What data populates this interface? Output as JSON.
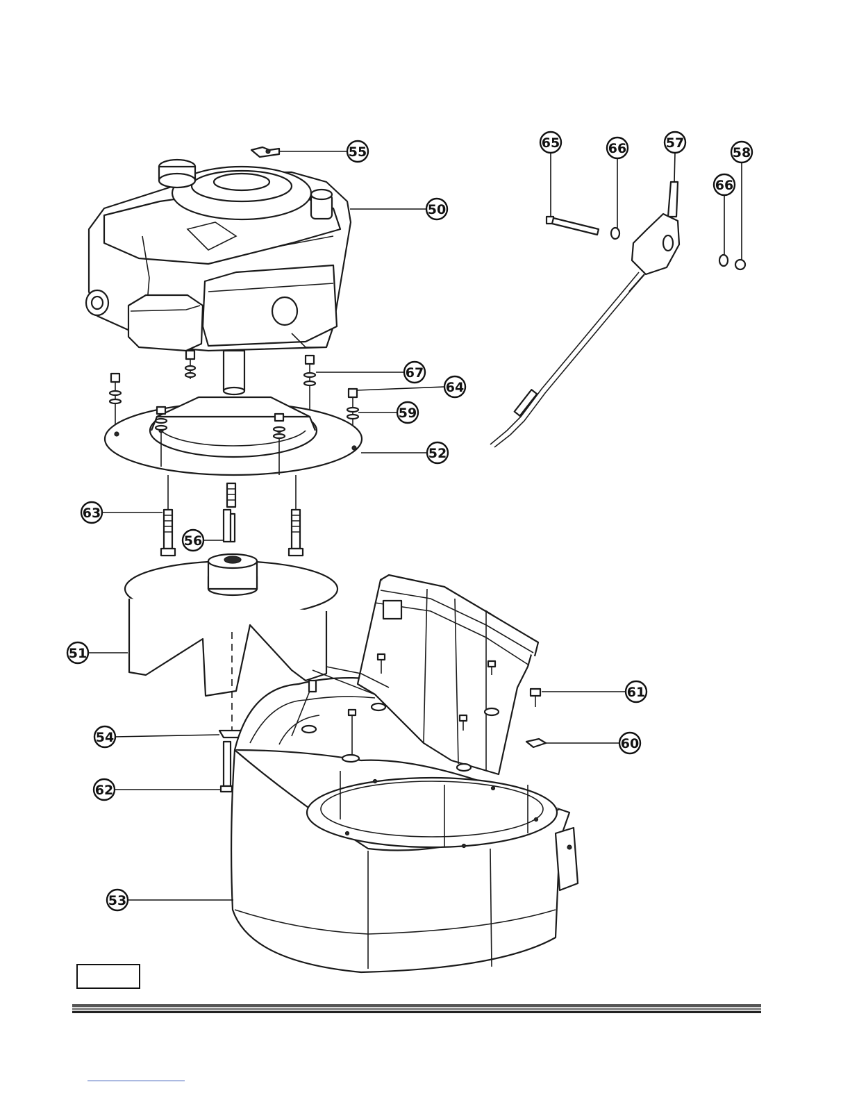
{
  "diagram": {
    "type": "exploded-parts-view",
    "callouts": [
      {
        "id": "c50",
        "label": "50"
      },
      {
        "id": "c51",
        "label": "51"
      },
      {
        "id": "c52",
        "label": "52"
      },
      {
        "id": "c53",
        "label": "53"
      },
      {
        "id": "c54",
        "label": "54"
      },
      {
        "id": "c55",
        "label": "55"
      },
      {
        "id": "c56",
        "label": "56"
      },
      {
        "id": "c57",
        "label": "57"
      },
      {
        "id": "c58",
        "label": "58"
      },
      {
        "id": "c59",
        "label": "59"
      },
      {
        "id": "c60",
        "label": "60"
      },
      {
        "id": "c61",
        "label": "61"
      },
      {
        "id": "c62",
        "label": "62"
      },
      {
        "id": "c63",
        "label": "63"
      },
      {
        "id": "c64",
        "label": "64"
      },
      {
        "id": "c65",
        "label": "65"
      },
      {
        "id": "c66a",
        "label": "66"
      },
      {
        "id": "c66b",
        "label": "66"
      },
      {
        "id": "c67",
        "label": "67"
      }
    ],
    "page_number": ""
  }
}
